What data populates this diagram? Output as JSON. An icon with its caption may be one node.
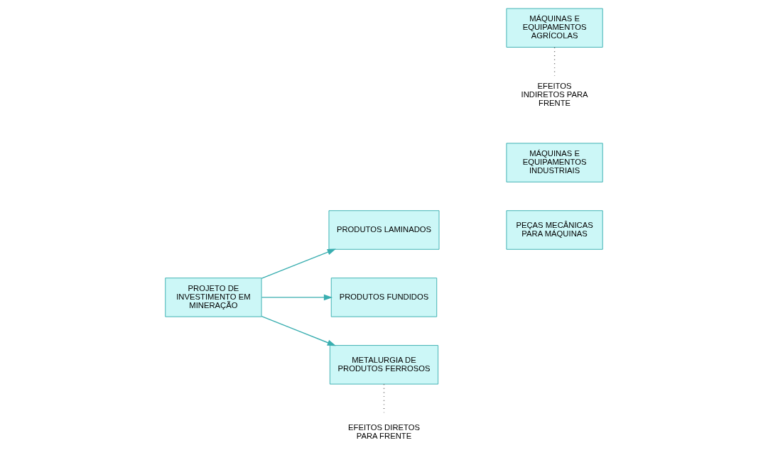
{
  "diagram": {
    "nodes": [
      {
        "text": [
          "PROJETO DE INVESTIMENTO EM MINERAÇÃO"
        ]
      },
      {
        "text": [
          "PRODUTOS LAMINADOS"
        ]
      },
      {
        "text": [
          "PRODUTOS FUNDIDOS"
        ]
      },
      {
        "text": [
          "METALURGIA DE PRODUTOS FERROSOS"
        ]
      },
      {
        "text": [
          "PEÇAS MECÂNICAS PARA MÁQUINAS"
        ]
      },
      {
        "text": [
          "MÁQUINAS E EQUIPAMENTOS INDUSTRIAIS"
        ]
      },
      {
        "text": [
          "MÁQUINAS E EQUIPAMENTOS AGRÍCOLAS"
        ]
      }
    ],
    "edges": [
      {
        "from": 0,
        "to": 1,
        "arrow": "to"
      },
      {
        "from": 0,
        "to": 2,
        "arrow": "to"
      },
      {
        "from": 0,
        "to": 3,
        "arrow": "to"
      }
    ],
    "labels": [
      "EFEITOS DIRETOS PARA FRENTE",
      "EFEITOS INDIRETOS PARA FRENTE"
    ]
  }
}
